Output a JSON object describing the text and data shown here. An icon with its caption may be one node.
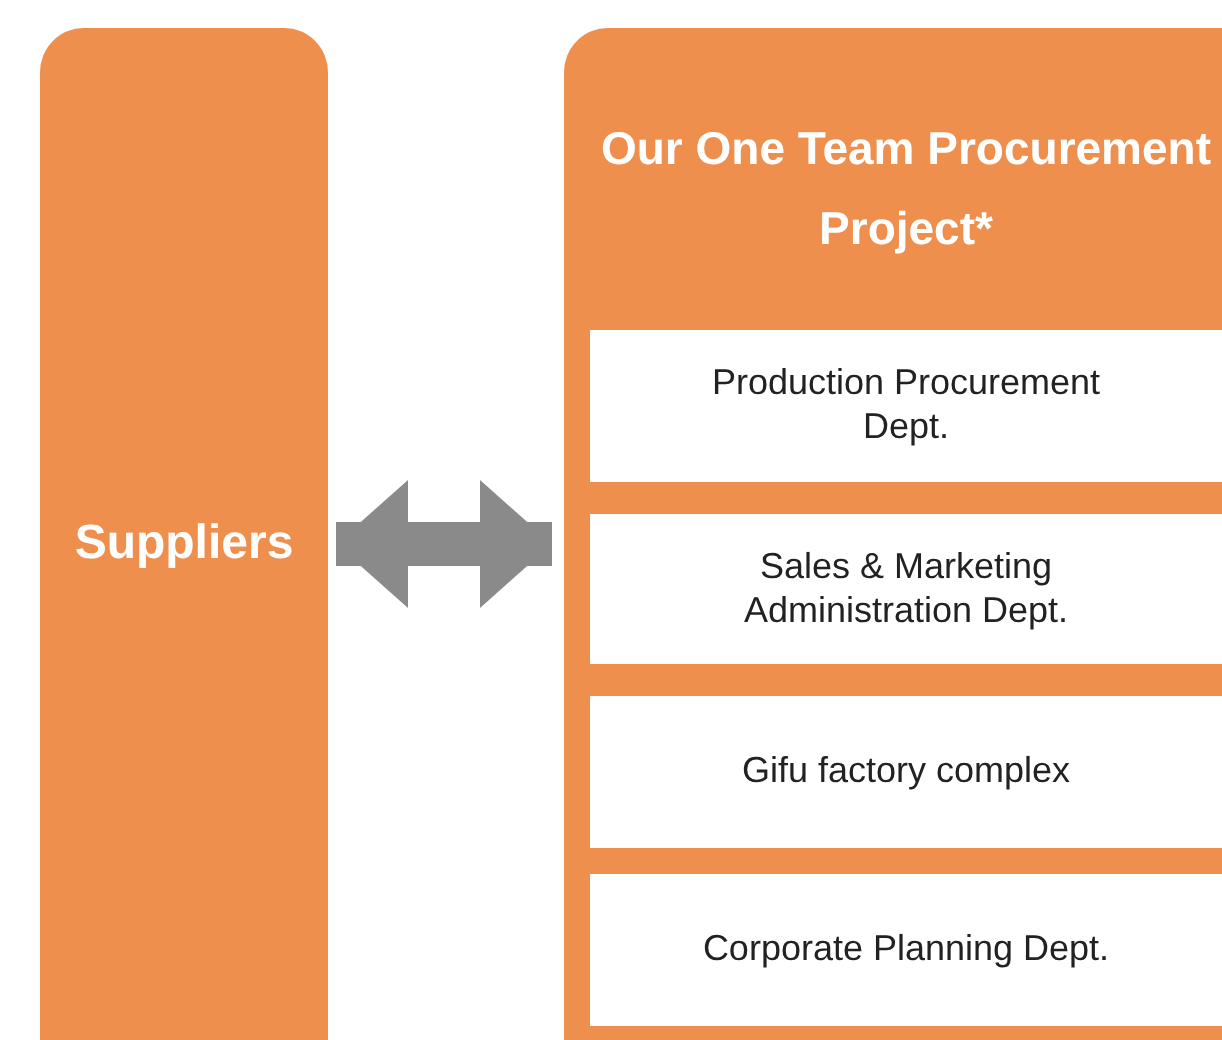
{
  "diagram": {
    "nodes": [
      {
        "text": [
          "Suppliers"
        ]
      },
      {
        "text": [
          "Our One Team Procurement Project*"
        ]
      },
      {
        "text": [
          "Production Procurement Dept."
        ],
        "in": 1
      },
      {
        "text": [
          "Sales & Marketing Administration Dept."
        ],
        "in": 1
      },
      {
        "text": [
          "Gifu factory complex"
        ],
        "in": 1
      },
      {
        "text": [
          "Corporate Planning Dept."
        ],
        "in": 1
      }
    ],
    "edges": [
      {
        "from": 0,
        "to": 1,
        "arrow": "both"
      }
    ]
  }
}
